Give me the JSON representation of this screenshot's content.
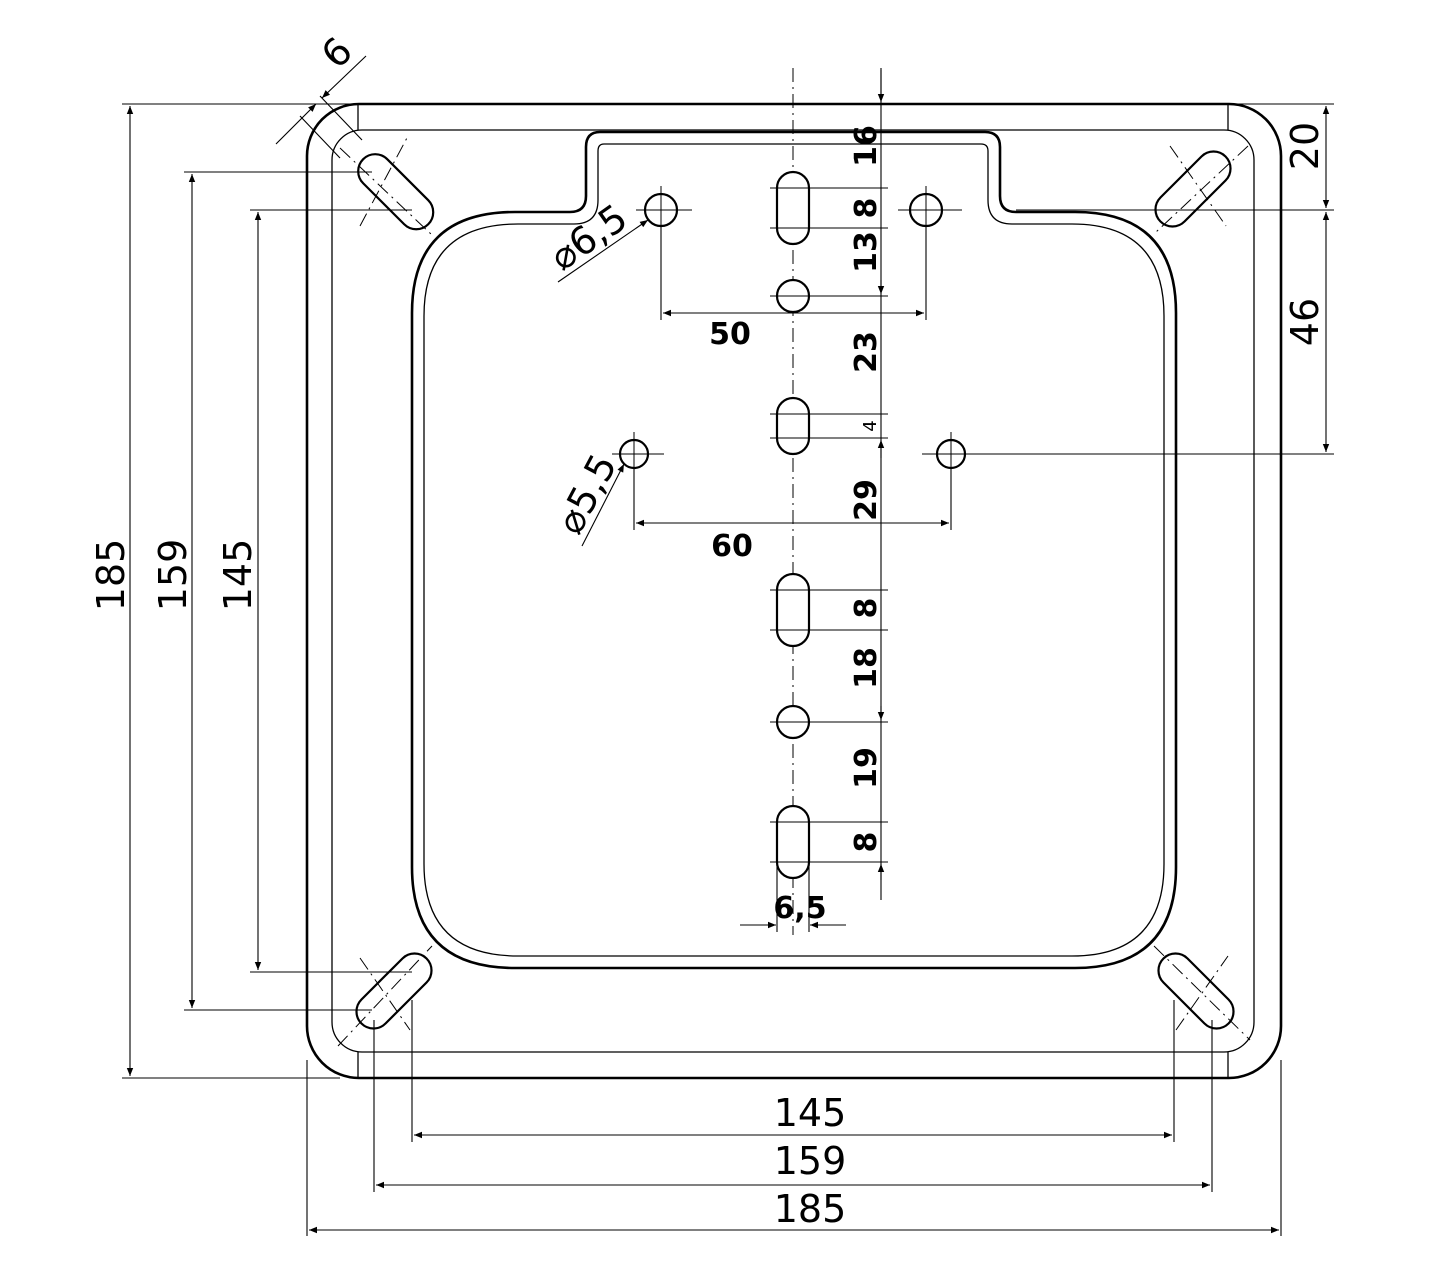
{
  "dimensions": {
    "overall_width": "185",
    "slot_pitch_outer_width": "159",
    "slot_pitch_inner_width": "145",
    "overall_height": "185",
    "slot_pitch_outer_height": "159",
    "slot_pitch_inner_height": "145",
    "slot_width_corner": "6",
    "top_offset": "20",
    "side_offset": "46",
    "hole_dia_large": "⌀6,5",
    "hole_dia_small": "⌀5,5",
    "spacing_50": "50",
    "spacing_60": "60",
    "slot_width_center": "6,5",
    "v_16": "16",
    "v_8a": "8",
    "v_13": "13",
    "v_23": "23",
    "v_4": "4",
    "v_29": "29",
    "v_8b": "8",
    "v_18": "18",
    "v_19": "19",
    "v_8c": "8"
  }
}
